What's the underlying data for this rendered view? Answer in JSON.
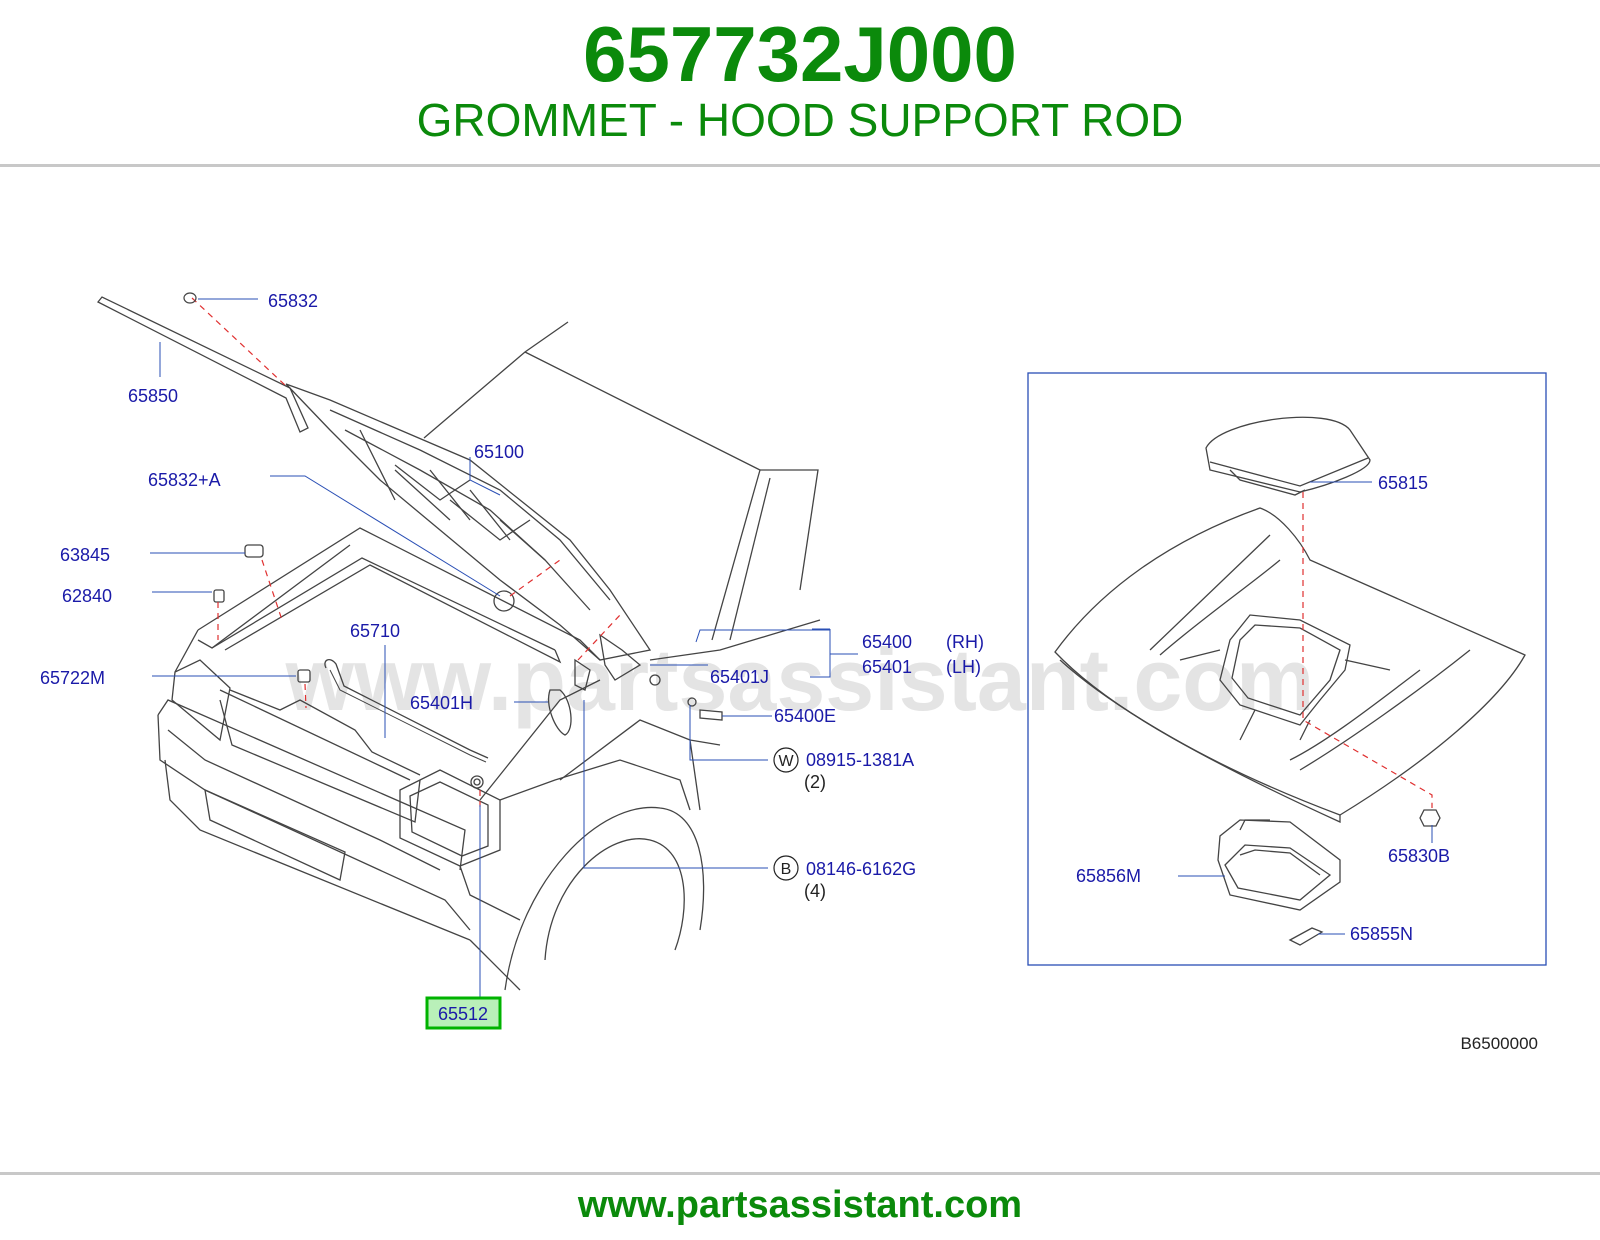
{
  "header": {
    "part_number": "657732J000",
    "part_name": "GROMMET - HOOD SUPPORT ROD"
  },
  "watermark": "www.partsassistant.com",
  "diagram_code": "B6500000",
  "footer": {
    "url": "www.partsassistant.com"
  },
  "colors": {
    "brand_green": "#0b8a0b",
    "label_blue": "#1a1aa8",
    "leader_blue": "#2a4fb5",
    "highlight_green": "#00b300",
    "highlight_fill": "#b9f0b9",
    "dashed_red": "#e03030"
  },
  "callouts": {
    "c65832": "65832",
    "c65850": "65850",
    "c65100": "65100",
    "c65832A": "65832+A",
    "c63845": "63845",
    "c62840": "62840",
    "c65710": "65710",
    "c65722M": "65722M",
    "c65401H": "65401H",
    "c65400": "65400",
    "rh": "(RH)",
    "c65401": "65401",
    "lh": "(LH)",
    "c65401J": "65401J",
    "c65400E": "65400E",
    "w_symbol": "W",
    "c08915": "08915-1381A",
    "qty2": "(2)",
    "b_symbol": "B",
    "c08146": "08146-6162G",
    "qty4": "(4)",
    "c65512": "65512",
    "c65815": "65815",
    "c65856M": "65856M",
    "c65830B": "65830B",
    "c65855N": "65855N"
  },
  "highlighted_part": "65512"
}
